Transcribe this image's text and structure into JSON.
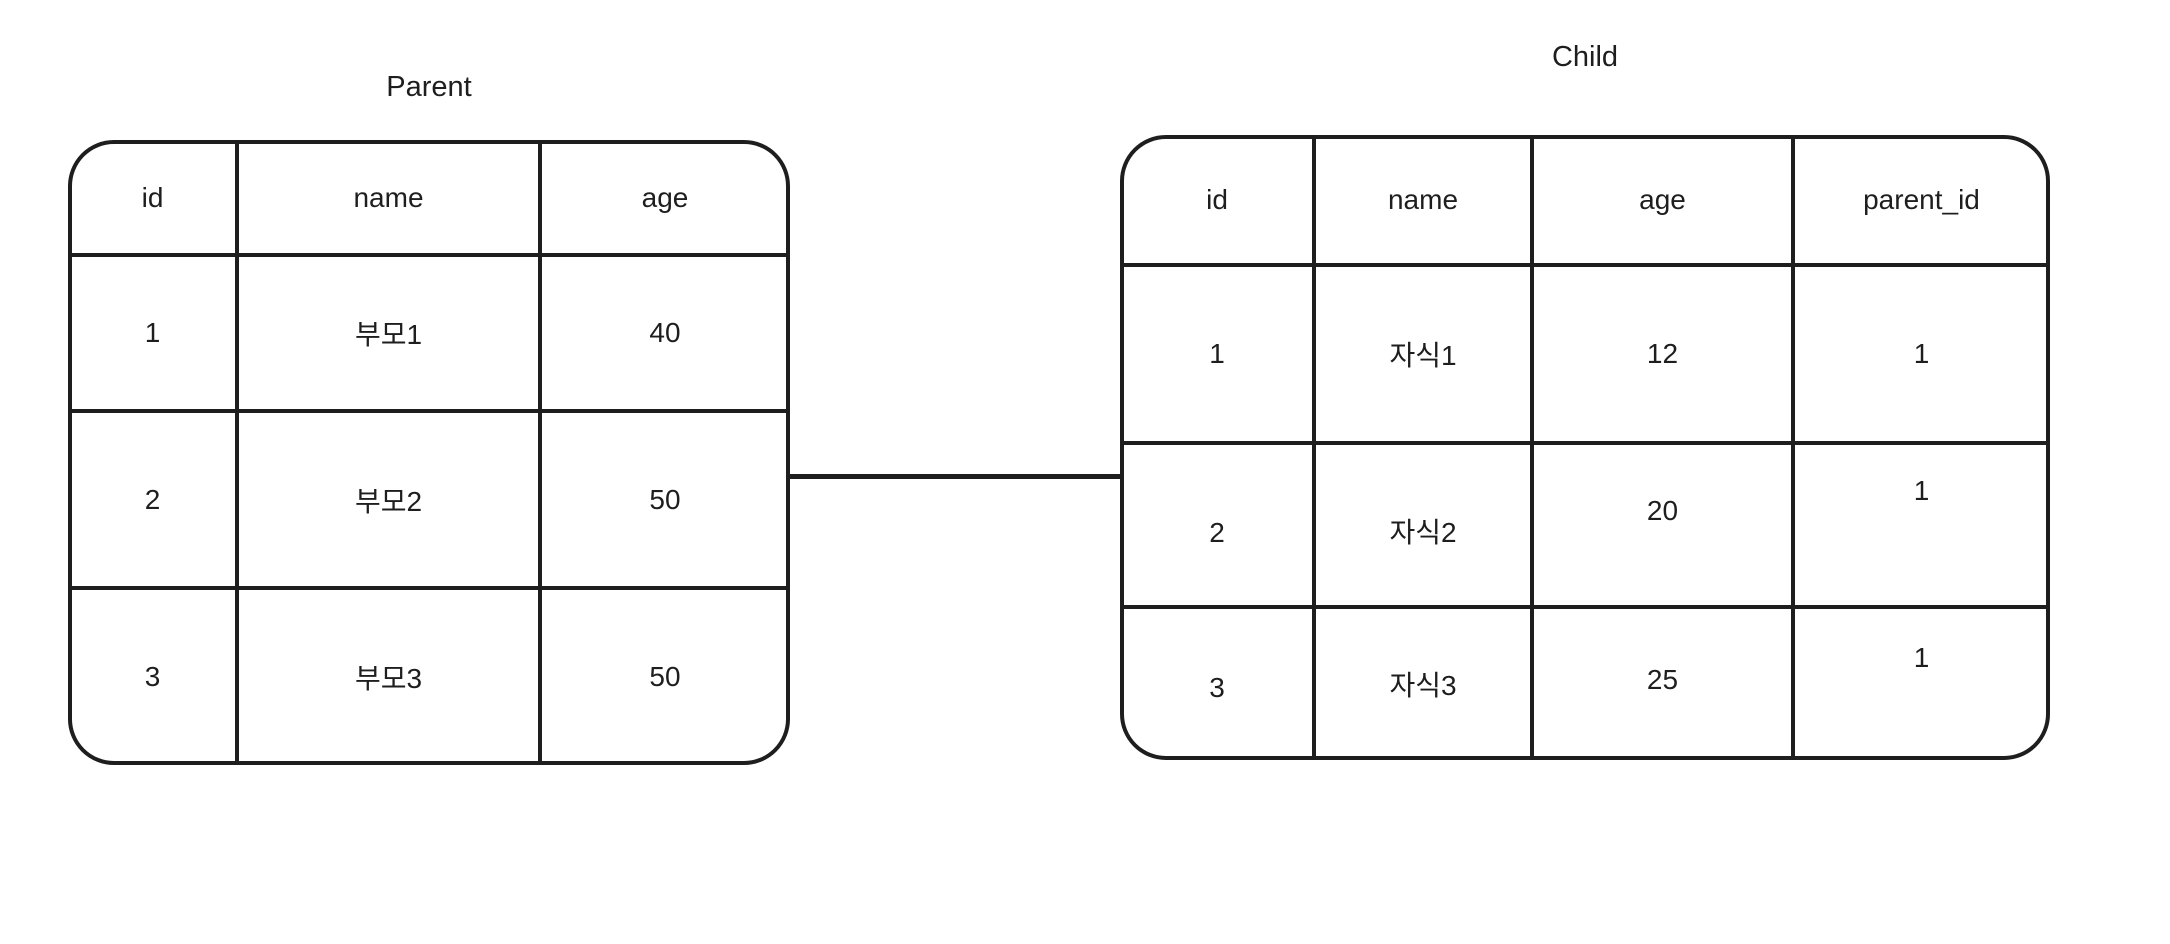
{
  "colors": {
    "background": "#ffffff",
    "stroke": "#1e1e1e",
    "text": "#1e1e1e"
  },
  "tables": [
    {
      "key": "parent",
      "title": "Parent",
      "columns": [
        "id",
        "name",
        "age"
      ],
      "rows": [
        [
          "1",
          "부모1",
          "40"
        ],
        [
          "2",
          "부모2",
          "50"
        ],
        [
          "3",
          "부모3",
          "50"
        ]
      ]
    },
    {
      "key": "child",
      "title": "Child",
      "columns": [
        "id",
        "name",
        "age",
        "parent_id"
      ],
      "rows": [
        [
          "1",
          "자식1",
          "12",
          "1"
        ],
        [
          "2",
          "자식2",
          "20",
          "1"
        ],
        [
          "3",
          "자식3",
          "25",
          "1"
        ]
      ]
    }
  ],
  "connector": {
    "from_table": "Parent",
    "to_table": "Child",
    "style": "straight-horizontal-line"
  }
}
